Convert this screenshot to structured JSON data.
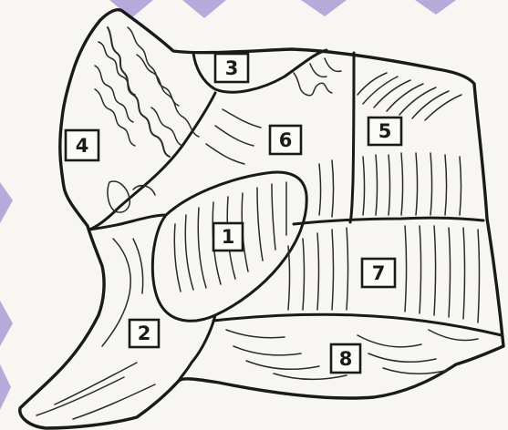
{
  "diagram": {
    "colors": {
      "paper": "#f7f6f2",
      "ink": "#1a1a1a",
      "frame_accent": "#b7a9d9"
    },
    "cuts": [
      {
        "id": "cut-1",
        "label": "1"
      },
      {
        "id": "cut-2",
        "label": "2"
      },
      {
        "id": "cut-3",
        "label": "3"
      },
      {
        "id": "cut-4",
        "label": "4"
      },
      {
        "id": "cut-5",
        "label": "5"
      },
      {
        "id": "cut-6",
        "label": "6"
      },
      {
        "id": "cut-7",
        "label": "7"
      },
      {
        "id": "cut-8",
        "label": "8"
      }
    ]
  }
}
